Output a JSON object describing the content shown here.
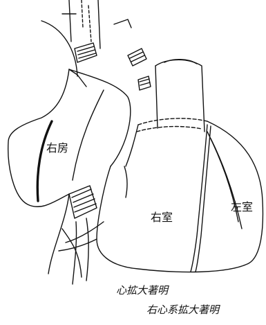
{
  "labels": {
    "right_atrium": "右房",
    "right_ventricle": "右室",
    "left_ventricle": "左室"
  },
  "notes": {
    "line1": "心拡大著明",
    "line2": "右心系拡大著明"
  },
  "colors": {
    "ink": "#111111",
    "background": "#ffffff"
  }
}
